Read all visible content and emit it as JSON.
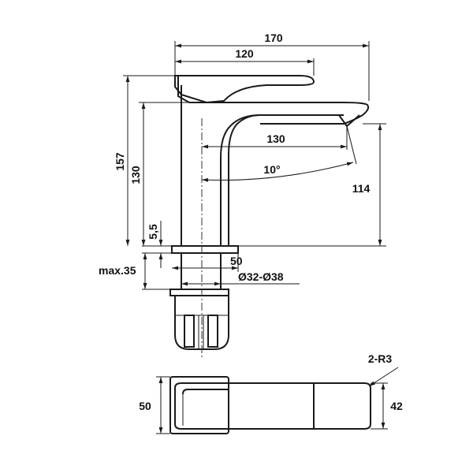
{
  "drawing": {
    "dimensions": {
      "overall_length": "170",
      "handle_length": "120",
      "spout_reach": "130",
      "spout_angle": "10°",
      "total_height": "157",
      "body_height": "130",
      "spout_height": "114",
      "base_thickness": "5,5",
      "base_width": "50",
      "max_deck": "max.35",
      "hole_diameter": "Ø32-Ø38",
      "plan_corner_radius": "2-R3",
      "plan_depth": "50",
      "plan_handle_depth": "42"
    },
    "colors": {
      "line": "#1a1a1a",
      "background": "#ffffff"
    }
  }
}
